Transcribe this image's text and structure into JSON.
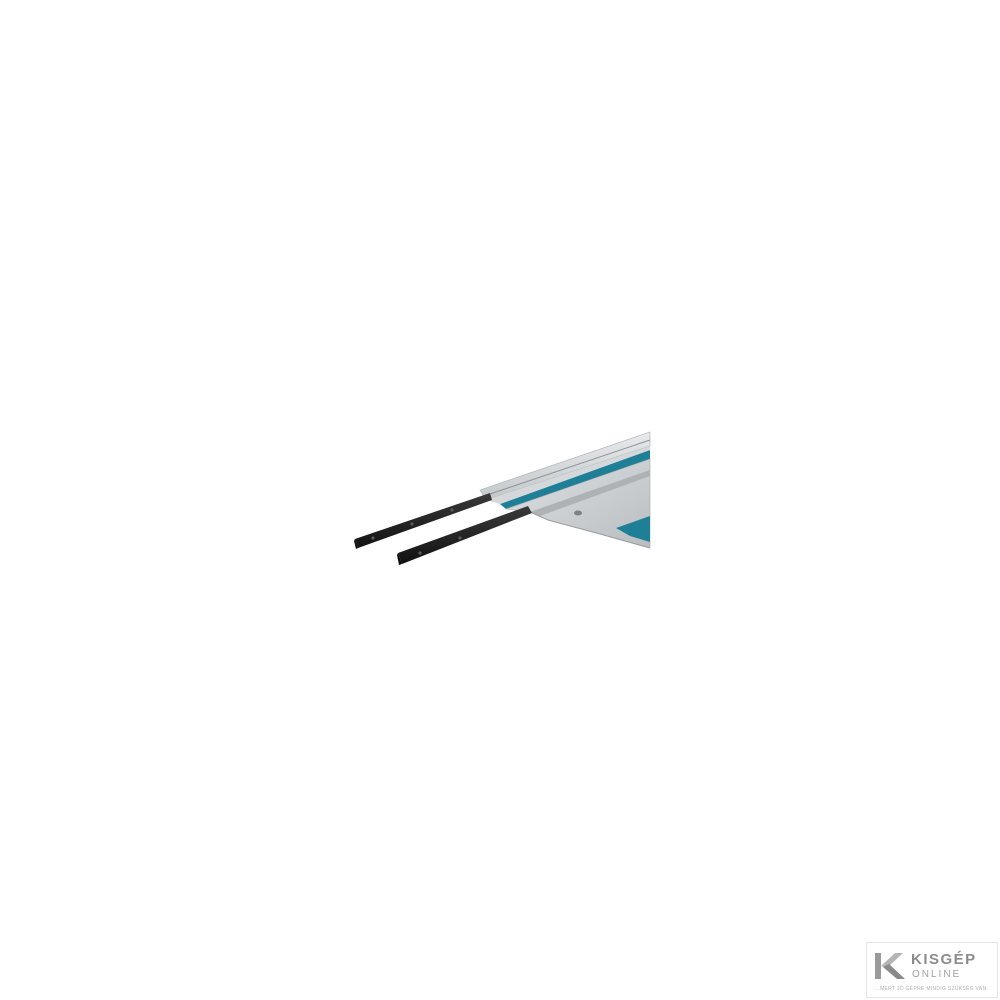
{
  "photo": {
    "colors": {
      "background": "#ffffff",
      "rail_aluminum": "#c9ccce",
      "rail_highlight": "#e4e6e8",
      "rail_shadow": "#9ea3a6",
      "accent_strip": "#1f7f97",
      "connector_black": "#1d1d1d"
    },
    "icons": [
      "guide-rail-photo",
      "rail-connector-bar"
    ]
  },
  "watermark": {
    "brand": "KISGÉP",
    "sub": "ONLINE",
    "tagline": "...MERT JÓ GÉPRE MINDIG SZÜKSÉG VAN.",
    "colors": {
      "text": "#8c8c8c",
      "border": "#e6e6e6"
    },
    "icons": [
      "kisgep-logo-icon"
    ]
  }
}
